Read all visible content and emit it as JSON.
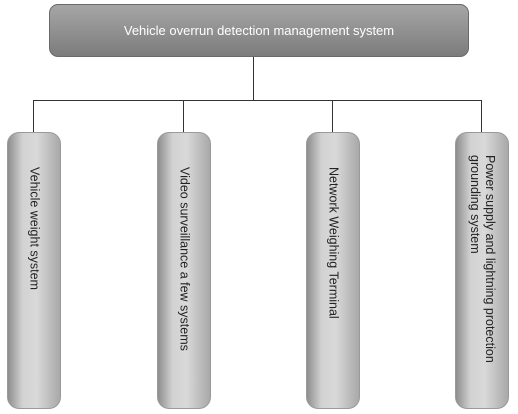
{
  "root": {
    "label": "Vehicle overrun detection management system"
  },
  "children": [
    {
      "label": "Vehicle weight system"
    },
    {
      "label": "Video surveillance a few systems"
    },
    {
      "label": "Network Weighing Terminal"
    },
    {
      "label": "Power supply and lightning protection\ngrounding system"
    }
  ]
}
